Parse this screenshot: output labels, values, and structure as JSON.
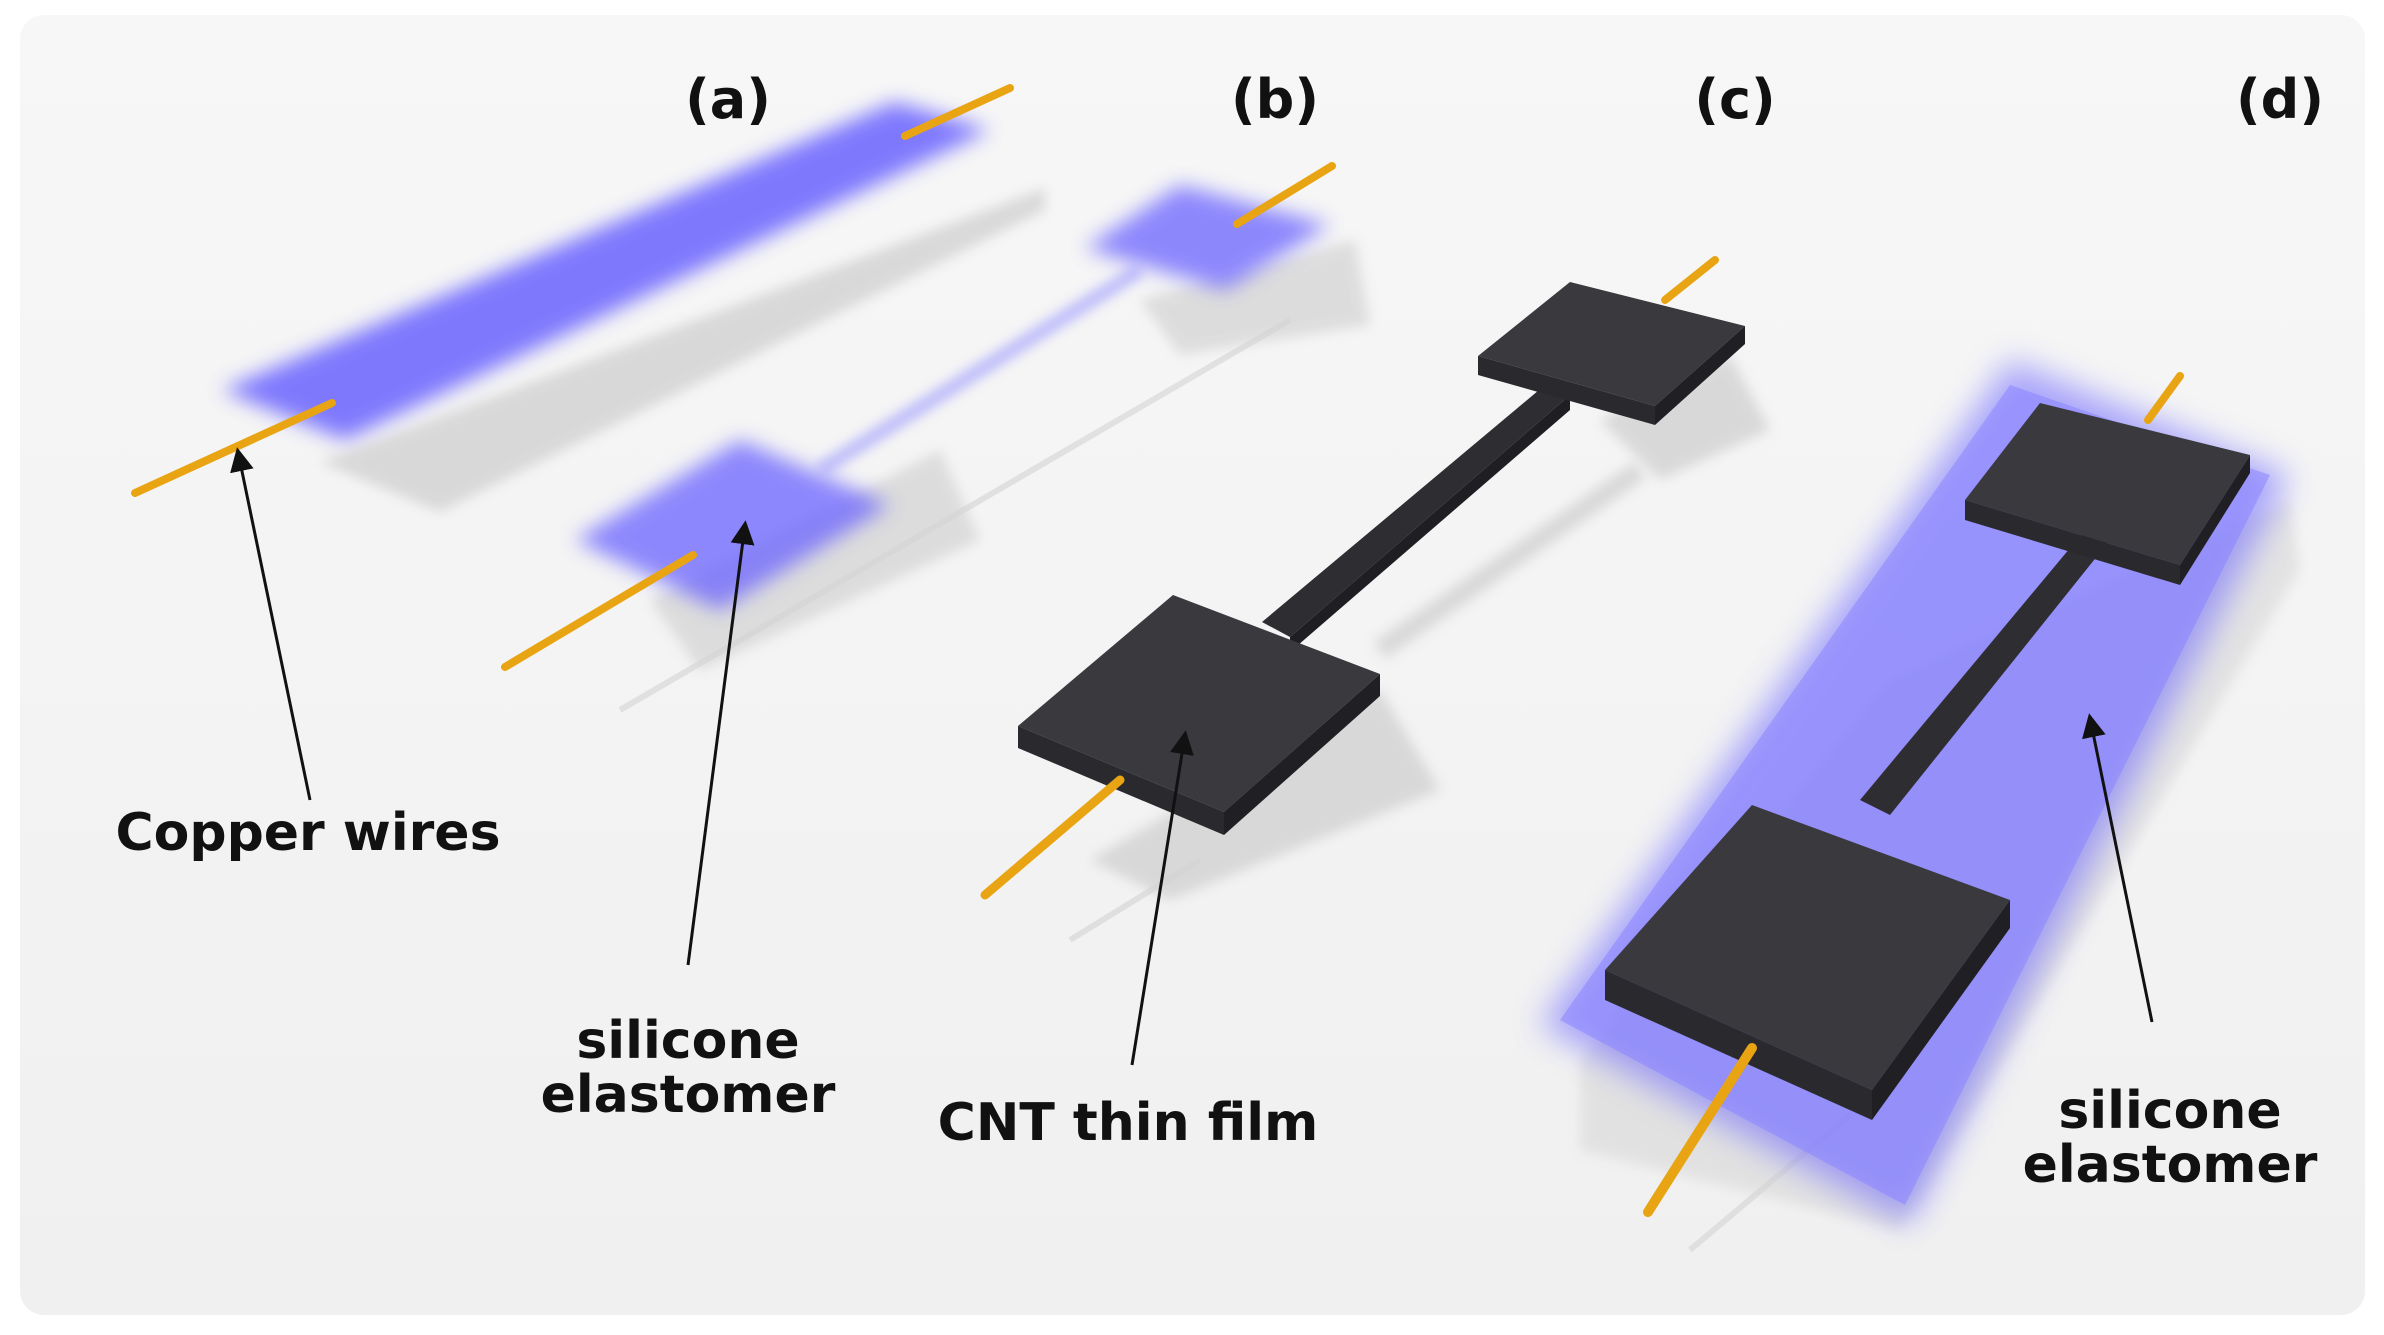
{
  "panels": [
    {
      "label": "(a)"
    },
    {
      "label": "(b)"
    },
    {
      "label": "(c)"
    },
    {
      "label": "(d)"
    }
  ],
  "callouts": {
    "copper_wires": "Copper wires",
    "silicone_b_line1": "silicone",
    "silicone_b_line2": "elastomer",
    "cnt_film": "CNT thin film",
    "silicone_d_line1": "silicone",
    "silicone_d_line2": "elastomer"
  },
  "colors": {
    "silicone": "#6a63ff",
    "cnt_film": "#3a3a3e",
    "copper": "#e8a412",
    "shadow": "#cfcfcf"
  }
}
